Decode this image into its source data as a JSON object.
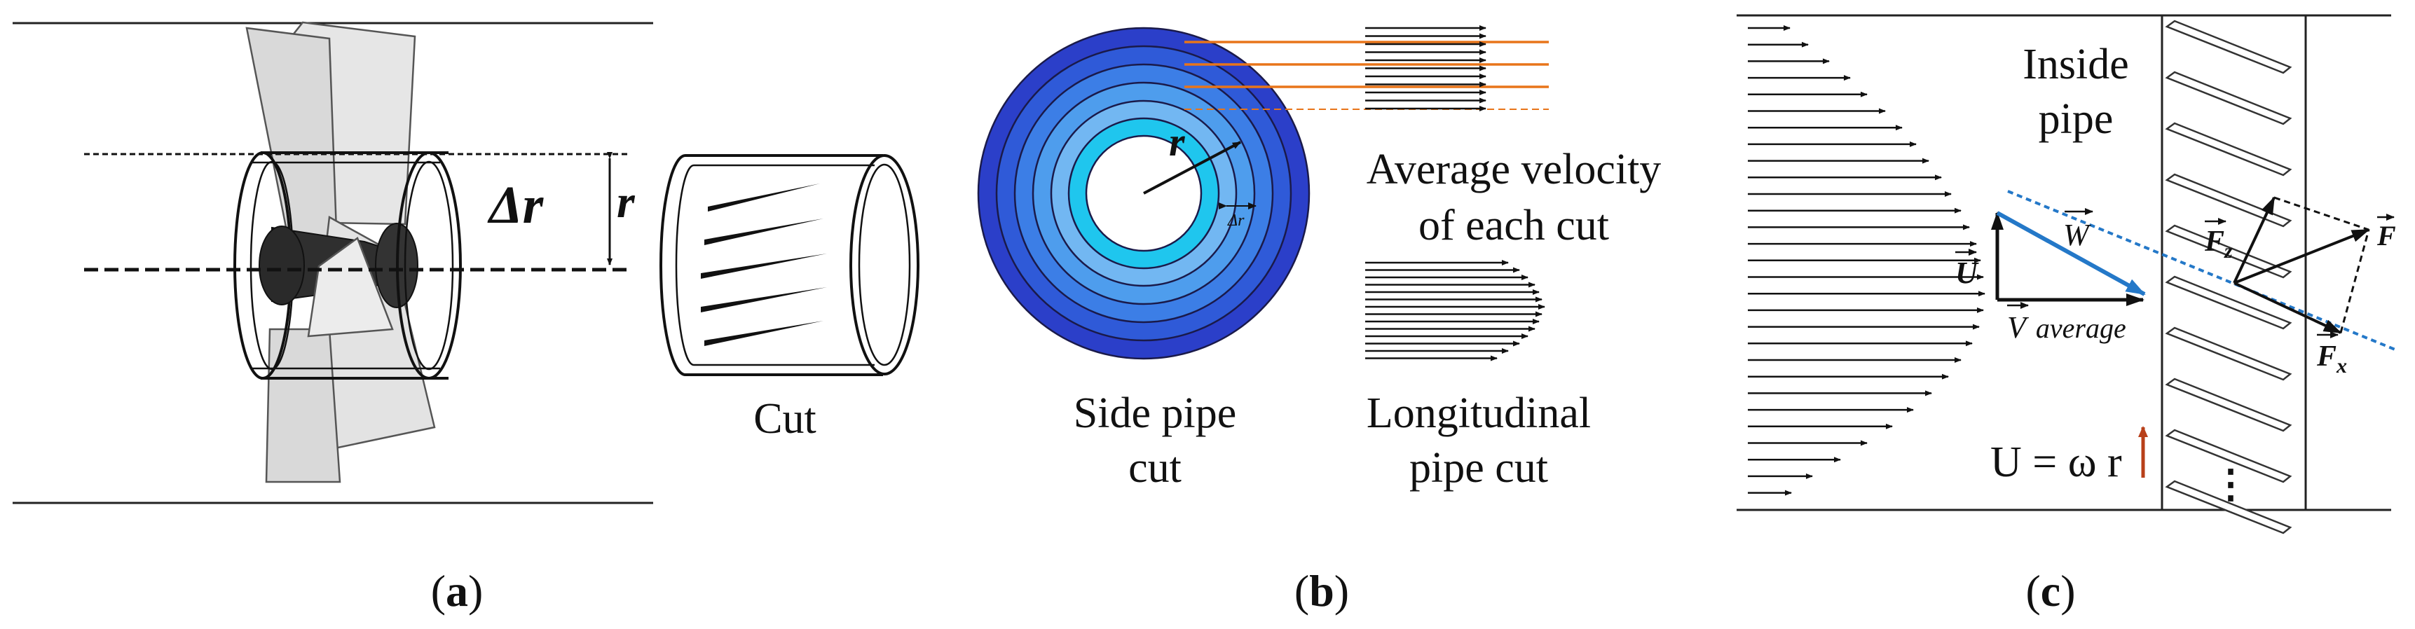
{
  "panel_a": {
    "delta_r_label": "Δr",
    "r_label": "r",
    "cut_label": "Cut",
    "caption_open": "(",
    "caption_letter": "a",
    "caption_close": ")"
  },
  "panel_b": {
    "r_label": "r",
    "delta_r_label": "Δr",
    "side_label_line1": "Side pipe",
    "side_label_line2": "cut",
    "avg_label_line1": "Average velocity",
    "avg_label_line2": "of each cut",
    "long_label_line1": "Longitudinal",
    "long_label_line2": "pipe cut",
    "caption_open": "(",
    "caption_letter": "b",
    "caption_close": ")",
    "ring_colors": [
      "#2b3fc9",
      "#2f5ad8",
      "#3c7ee6",
      "#4e9ded",
      "#72b7f2",
      "#1fc6ee"
    ],
    "accent_color": "#e8751a"
  },
  "panel_c": {
    "inside_line1": "Inside",
    "inside_line2": "pipe",
    "w_label": "W",
    "u_label": "U",
    "v_label": "V",
    "v_suffix": "average",
    "fz_label": "F",
    "fz_sub": "z",
    "f_label": "F",
    "fx_label": "F",
    "fx_sub": "x",
    "formula": "U = ω r",
    "dots": "⋮",
    "caption_open": "(",
    "caption_letter": "c",
    "caption_close": ")",
    "w_color": "#2478c8",
    "formula_arrow_color": "#b8401a"
  }
}
